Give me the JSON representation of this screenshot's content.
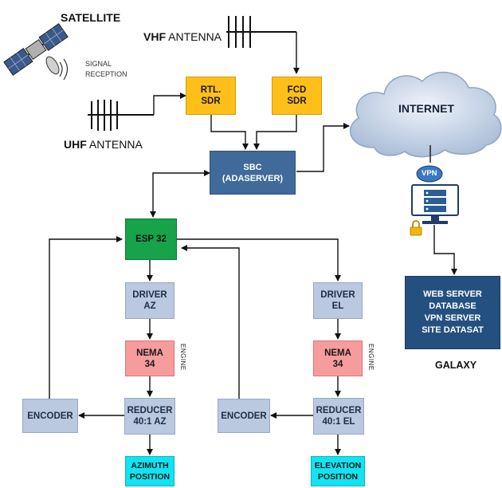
{
  "labels": {
    "satellite": "SATELLITE",
    "signal_reception_1": "SIGNAL",
    "signal_reception_2": "RECEPTION",
    "vhf_bold": "VHF",
    "vhf_rest": "ANTENNA",
    "uhf_bold": "UHF",
    "uhf_rest": "ANTENNA",
    "internet": "INTERNET",
    "vpn": "VPN",
    "galaxy": "GALAXY",
    "engine_1": "ENGINE",
    "engine_2": "ENGINE"
  },
  "boxes": {
    "rtl_sdr": [
      "RTL.",
      "SDR"
    ],
    "fcd_sdr": [
      "FCD",
      "SDR"
    ],
    "sbc": [
      "SBC",
      "(ADASERVER)"
    ],
    "esp32": [
      "ESP 32"
    ],
    "driver_az": [
      "DRIVER",
      "AZ"
    ],
    "driver_el": [
      "DRIVER",
      "EL"
    ],
    "nema_az": [
      "NEMA",
      "34"
    ],
    "nema_el": [
      "NEMA",
      "34"
    ],
    "reducer_az": [
      "REDUCER",
      "40:1 AZ"
    ],
    "reducer_el": [
      "REDUCER",
      "40:1 EL"
    ],
    "encoder_az": [
      "ENCODER"
    ],
    "encoder_el": [
      "ENCODER"
    ],
    "azimuth": [
      "AZIMUTH",
      "POSITION"
    ],
    "elevation": [
      "ELEVATION",
      "POSITION"
    ],
    "server": [
      "WEB SERVER",
      "DATABASE",
      "VPN SERVER",
      "SITE DATASAT"
    ]
  },
  "colors": {
    "sdr": "#ffbf1a",
    "sbc": "#3f6a9a",
    "esp32": "#16a34a",
    "driver": "#bac8e0",
    "nema": "#f79c9c",
    "position": "#12e3f0",
    "server": "#24507f",
    "cloud": "#c9d6e8"
  },
  "icons": [
    "satellite-icon",
    "antenna-icon",
    "cloud-icon",
    "vpn-computer-icon",
    "lock-icon"
  ]
}
